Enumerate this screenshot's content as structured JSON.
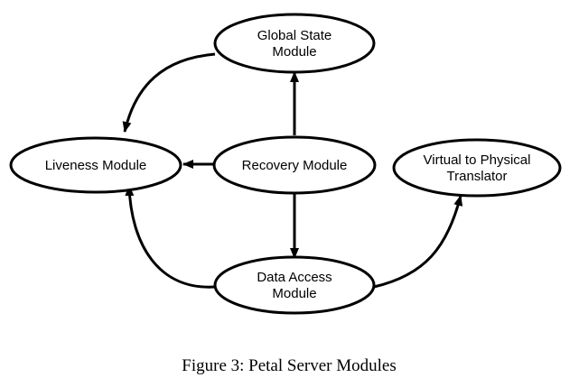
{
  "diagram": {
    "nodes": {
      "global_state": {
        "line1": "Global State",
        "line2": "Module"
      },
      "liveness": {
        "line1": "Liveness Module"
      },
      "recovery": {
        "line1": "Recovery Module"
      },
      "virtual_translator": {
        "line1": "Virtual to Physical",
        "line2": "Translator"
      },
      "data_access": {
        "line1": "Data Access",
        "line2": "Module"
      }
    },
    "edges": [
      {
        "from": "recovery",
        "to": "global_state"
      },
      {
        "from": "recovery",
        "to": "liveness"
      },
      {
        "from": "recovery",
        "to": "data_access"
      },
      {
        "from": "global_state",
        "to": "liveness"
      },
      {
        "from": "data_access",
        "to": "liveness"
      },
      {
        "from": "data_access",
        "to": "virtual_translator"
      }
    ],
    "colors": {
      "stroke": "#000000",
      "fill": "#ffffff"
    }
  },
  "caption": "Figure 3: Petal Server Modules"
}
